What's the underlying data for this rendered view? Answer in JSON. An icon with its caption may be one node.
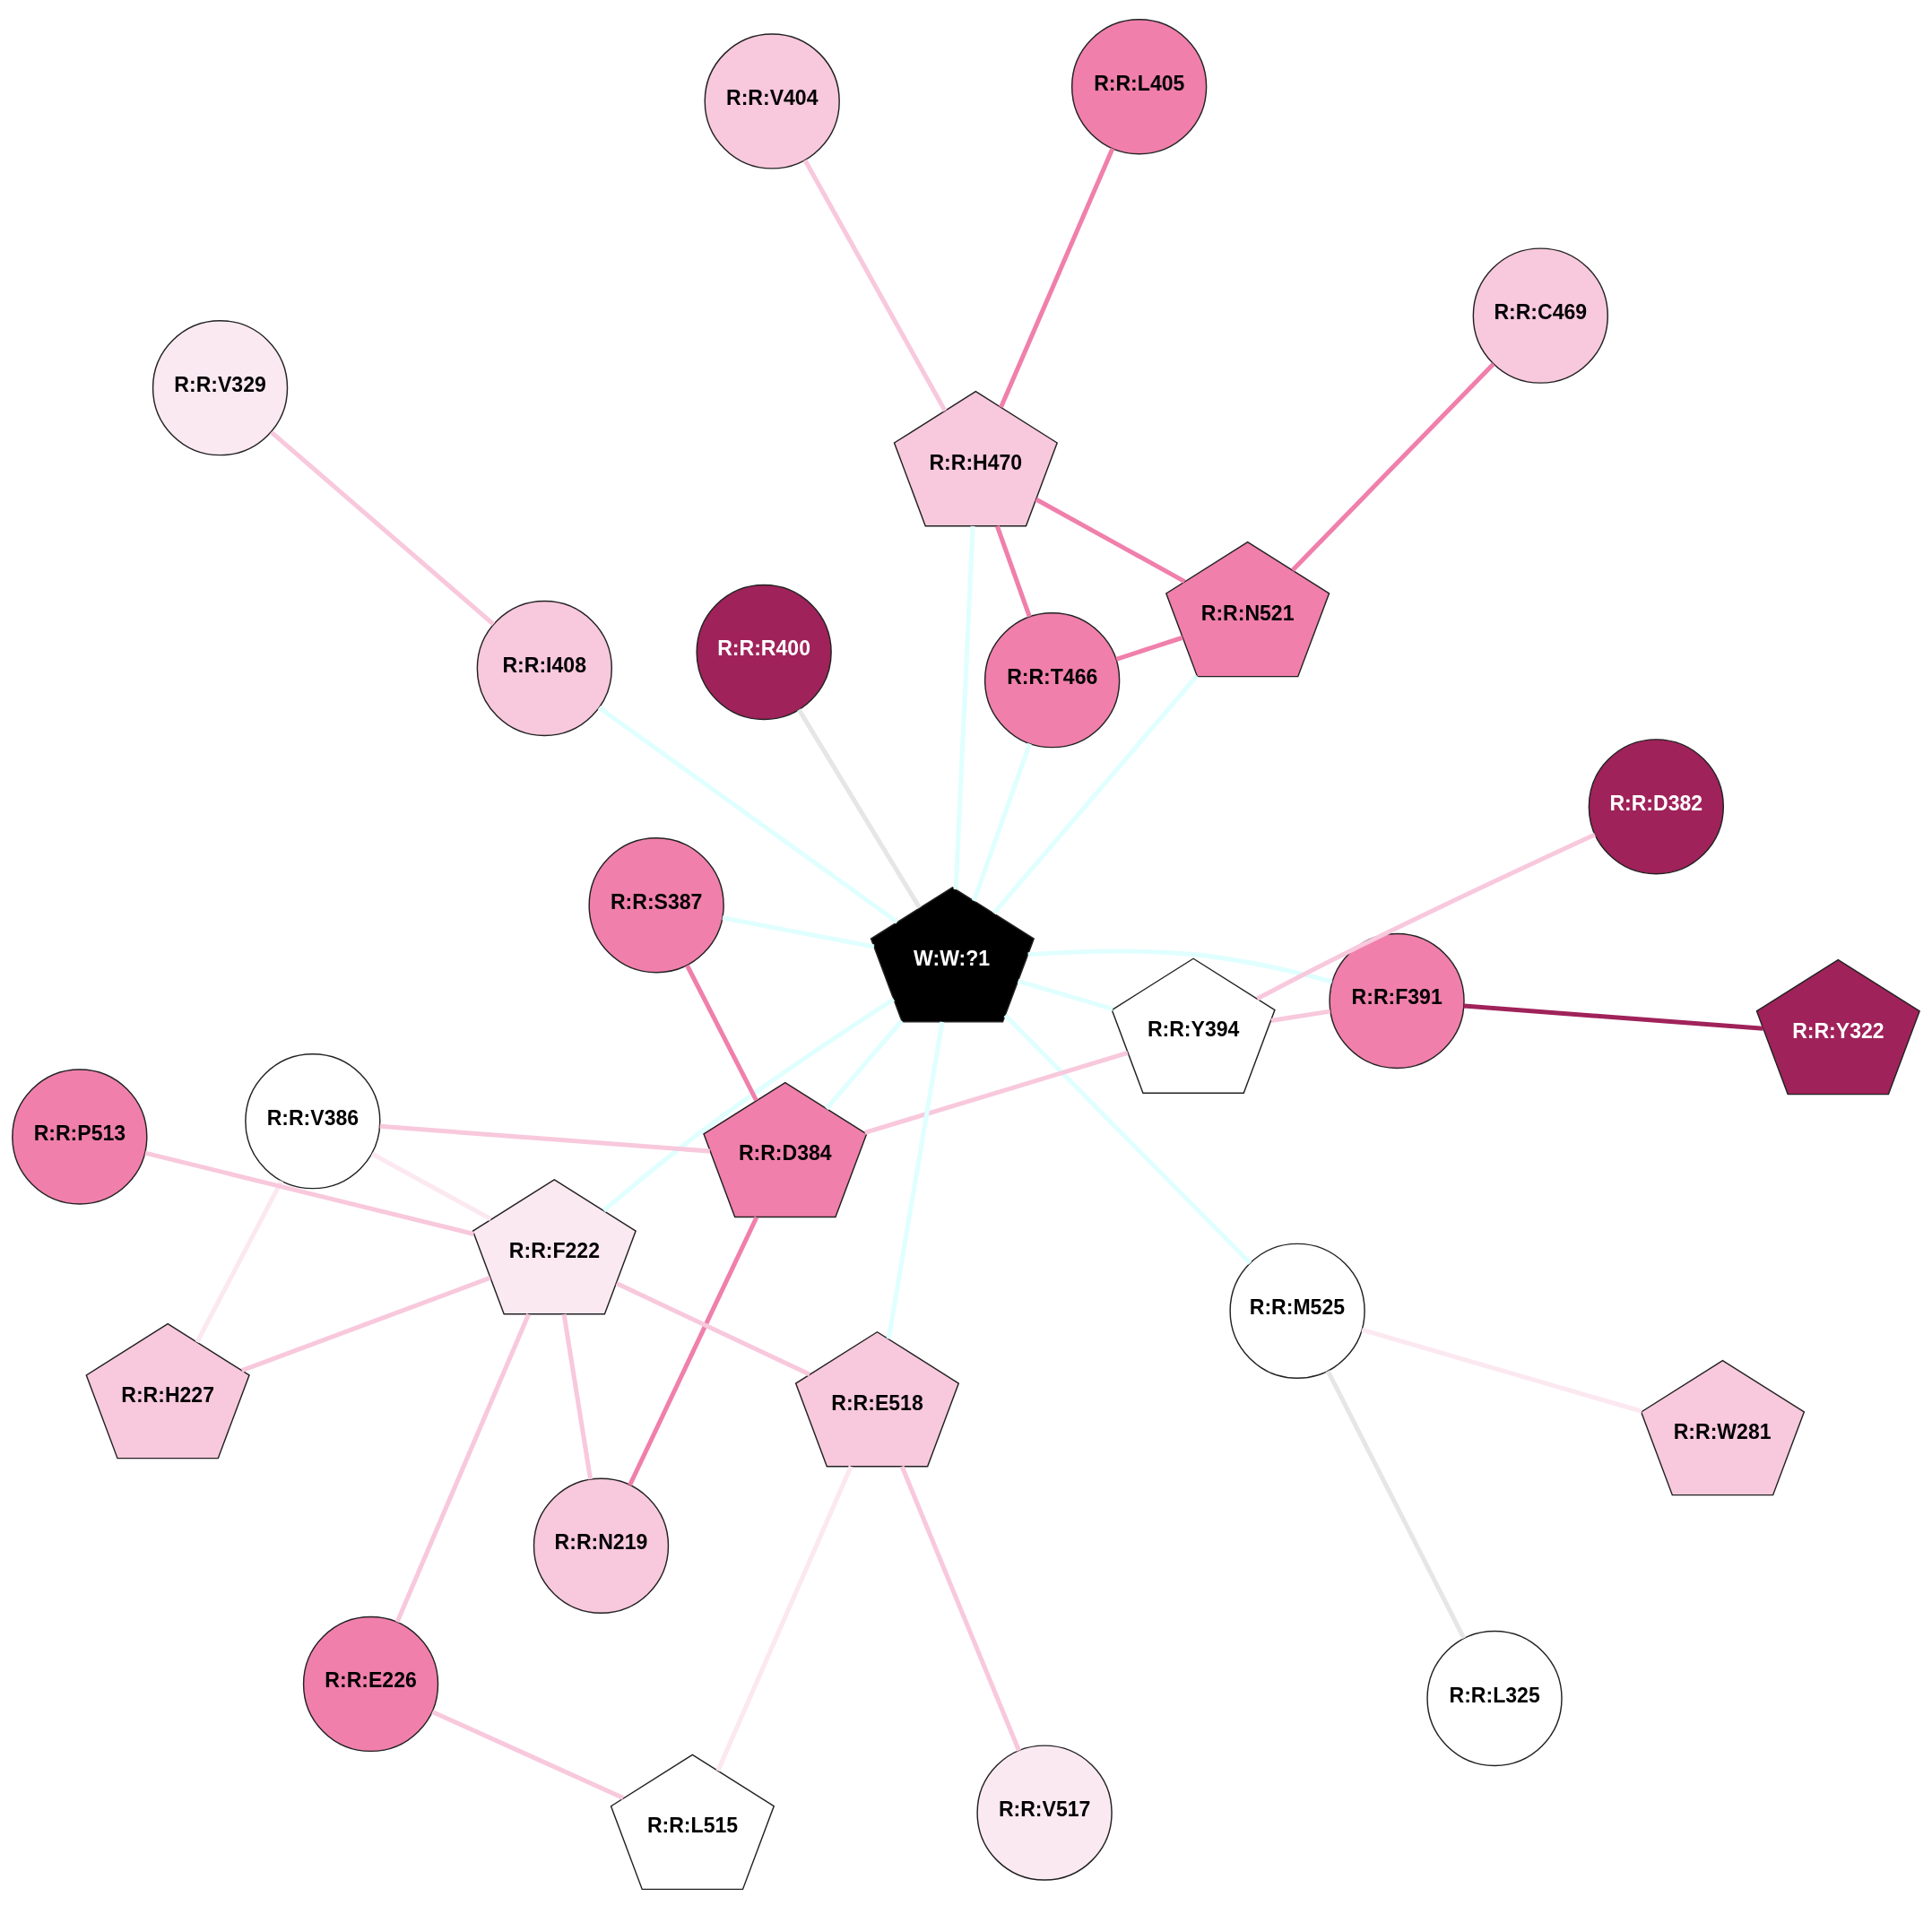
{
  "diagram": {
    "nodes": [
      {
        "text": [
          "R:R:N219"
        ]
      },
      {
        "text": [
          "R:R:V517"
        ]
      },
      {
        "text": [
          "R:R:E226"
        ]
      },
      {
        "text": [
          "R:R:L515"
        ]
      },
      {
        "text": [
          "R:R:H227"
        ]
      },
      {
        "text": [
          "R:R:F222"
        ]
      },
      {
        "text": [
          "R:R:M525"
        ]
      },
      {
        "text": [
          "R:R:D384"
        ]
      },
      {
        "text": [
          "R:R:V386"
        ]
      },
      {
        "text": [
          "R:R:C469"
        ]
      },
      {
        "text": [
          "R:R:N521"
        ]
      },
      {
        "text": [
          "R:R:S387"
        ]
      },
      {
        "text": [
          "R:R:E518"
        ]
      },
      {
        "text": [
          "W:W:?1"
        ]
      },
      {
        "text": [
          "R:R:F391"
        ]
      },
      {
        "text": [
          "R:R:L405"
        ]
      },
      {
        "text": [
          "R:R:P513"
        ]
      },
      {
        "text": [
          "R:R:H470"
        ]
      },
      {
        "text": [
          "R:R:Y394"
        ]
      },
      {
        "text": [
          "R:R:T466"
        ]
      },
      {
        "text": [
          "R:R:R400"
        ]
      },
      {
        "text": [
          "R:R:V404"
        ]
      },
      {
        "text": [
          "R:R:W281"
        ]
      },
      {
        "text": [
          "R:R:I408"
        ]
      },
      {
        "text": [
          "R:R:Y322"
        ]
      },
      {
        "text": [
          "R:R:D382"
        ]
      },
      {
        "text": [
          "R:R:V329"
        ]
      },
      {
        "text": [
          "R:R:L325"
        ]
      }
    ],
    "edges": [
      {
        "from": 0,
        "to": 5,
        "arrow": "none"
      },
      {
        "from": 0,
        "to": 7,
        "arrow": "none",
        "color": "#f07fab"
      },
      {
        "from": 2,
        "to": 3,
        "arrow": "none"
      },
      {
        "from": 2,
        "to": 5,
        "arrow": "none"
      },
      {
        "from": 1,
        "to": 12,
        "arrow": "none"
      },
      {
        "from": 3,
        "to": 12,
        "arrow": "none",
        "color": "#fbe8f0"
      },
      {
        "from": 4,
        "to": 5,
        "arrow": "none"
      },
      {
        "from": 4,
        "to": 8,
        "arrow": "none",
        "color": "#fbe8f0"
      },
      {
        "from": 5,
        "to": 12,
        "arrow": "none"
      },
      {
        "from": 5,
        "to": 13,
        "arrow": "none",
        "color": "#e0ffff"
      },
      {
        "from": 5,
        "to": 16,
        "arrow": "none"
      },
      {
        "from": 5,
        "to": 8,
        "arrow": "none",
        "color": "#fbe8f0"
      },
      {
        "from": 6,
        "to": 13,
        "arrow": "none",
        "color": "#e0ffff"
      },
      {
        "from": 6,
        "to": 27,
        "arrow": "none",
        "color": "#e6e6e6"
      },
      {
        "from": 6,
        "to": 22,
        "arrow": "none",
        "color": "#fbe8f0"
      },
      {
        "from": 7,
        "to": 11,
        "arrow": "none",
        "color": "#f07fab"
      },
      {
        "from": 7,
        "to": 8,
        "arrow": "none"
      },
      {
        "from": 7,
        "to": 18,
        "arrow": "none"
      },
      {
        "from": 7,
        "to": 13,
        "arrow": "none",
        "color": "#e0ffff"
      },
      {
        "from": 9,
        "to": 10,
        "arrow": "none",
        "color": "#f07fab"
      },
      {
        "from": 10,
        "to": 13,
        "arrow": "none",
        "color": "#e0ffff"
      },
      {
        "from": 10,
        "to": 17,
        "arrow": "none",
        "color": "#f07fab"
      },
      {
        "from": 10,
        "to": 19,
        "arrow": "none",
        "color": "#f07fab"
      },
      {
        "from": 11,
        "to": 13,
        "arrow": "none",
        "color": "#e0ffff"
      },
      {
        "from": 12,
        "to": 13,
        "arrow": "none",
        "color": "#e0ffff"
      },
      {
        "from": 13,
        "to": 14,
        "arrow": "none",
        "color": "#e0ffff"
      },
      {
        "from": 14,
        "to": 18,
        "arrow": "none"
      },
      {
        "from": 14,
        "to": 24,
        "arrow": "none",
        "color": "#a0225a"
      },
      {
        "from": 15,
        "to": 17,
        "arrow": "none",
        "color": "#f07fab"
      },
      {
        "from": 17,
        "to": 13,
        "arrow": "none",
        "color": "#e0ffff"
      },
      {
        "from": 17,
        "to": 19,
        "arrow": "none",
        "color": "#f07fab"
      },
      {
        "from": 17,
        "to": 21,
        "arrow": "none"
      },
      {
        "from": 18,
        "to": 13,
        "arrow": "none",
        "color": "#e0ffff"
      },
      {
        "from": 18,
        "to": 25,
        "arrow": "none"
      },
      {
        "from": 19,
        "to": 13,
        "arrow": "none",
        "color": "#e0ffff"
      },
      {
        "from": 20,
        "to": 13,
        "arrow": "none",
        "color": "#e6e6e6"
      },
      {
        "from": 23,
        "to": 13,
        "arrow": "none",
        "color": "#e0ffff"
      },
      {
        "from": 23,
        "to": 26,
        "arrow": "none"
      }
    ]
  }
}
